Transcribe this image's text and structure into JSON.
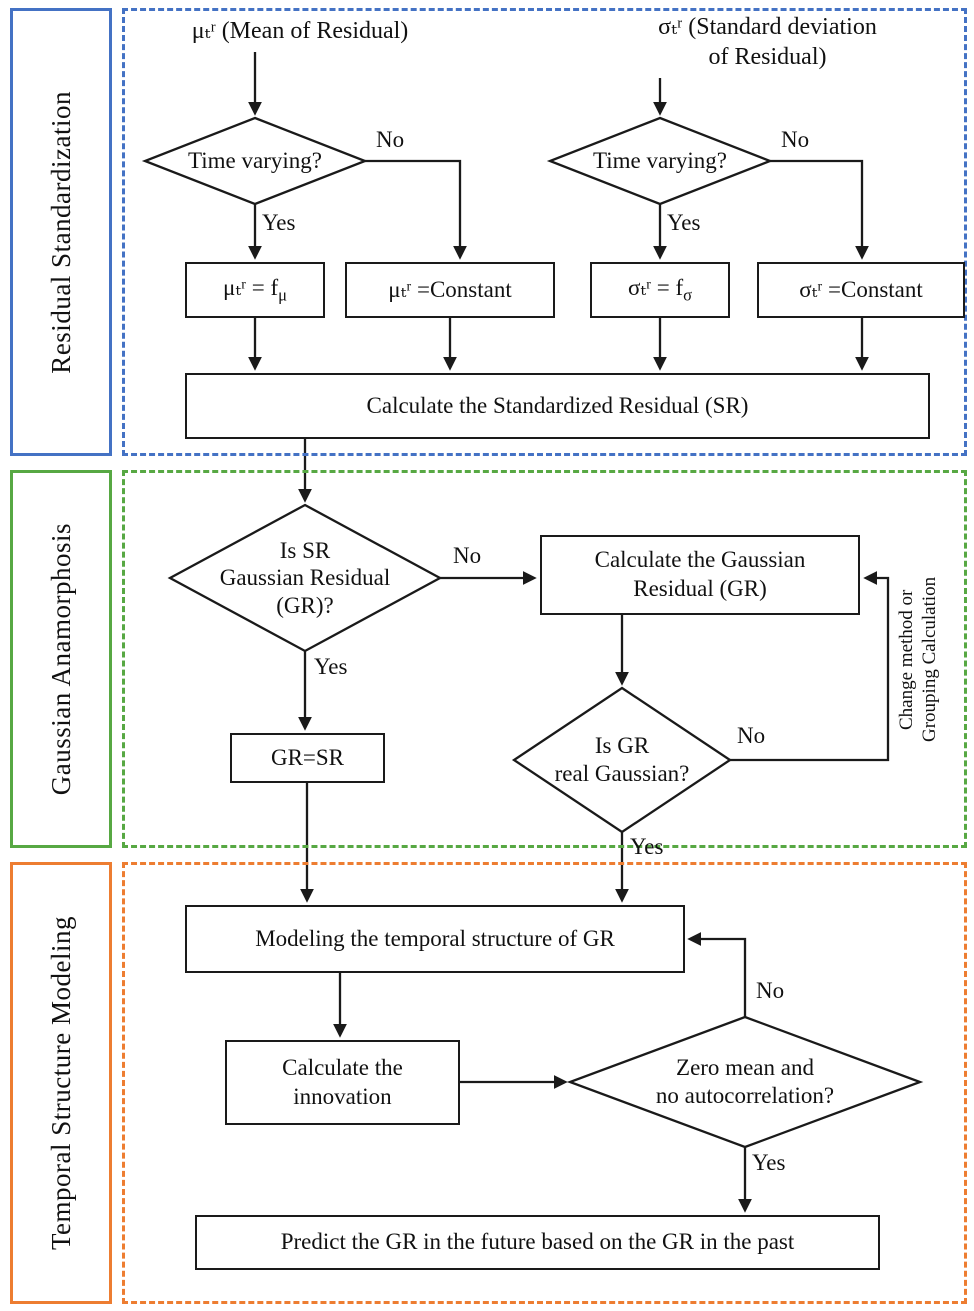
{
  "sections": [
    {
      "label": "Residual Standardization",
      "color": "#4472c4"
    },
    {
      "label": "Gaussian Anamorphosis",
      "color": "#57a843"
    },
    {
      "label": "Temporal Structure Modeling",
      "color": "#ed7d31"
    }
  ],
  "inputs": {
    "mu": "μₜʳ (Mean of Residual)",
    "sigma": "σₜʳ (Standard deviation\nof Residual)"
  },
  "decisions": {
    "mu_time_varying": "Time varying?",
    "sigma_time_varying": "Time varying?",
    "is_sr_gaussian": "Is SR\nGaussian Residual\n(GR)?",
    "is_gr_real_gaussian": "Is GR\nreal Gaussian?",
    "zero_mean": "Zero mean and\nno autocorrelation?"
  },
  "processes": {
    "mu_f_prefix": "μₜʳ = f",
    "mu_f_sub": "μ",
    "mu_constant": "μₜʳ =Constant",
    "sigma_f_prefix": "σₜʳ = f",
    "sigma_f_sub": "σ",
    "sigma_constant": "σₜʳ =Constant",
    "calc_sr": "Calculate the Standardized Residual (SR)",
    "calc_gr": "Calculate the Gaussian\nResidual (GR)",
    "gr_eq_sr": "GR=SR",
    "modeling": "Modeling the temporal structure of GR",
    "calc_innovation": "Calculate the\ninnovation",
    "predict": "Predict the GR in the future based on the GR in the past"
  },
  "edge_labels": {
    "yes": "Yes",
    "no": "No",
    "feedback": "Change method or\nGrouping Calculation"
  }
}
